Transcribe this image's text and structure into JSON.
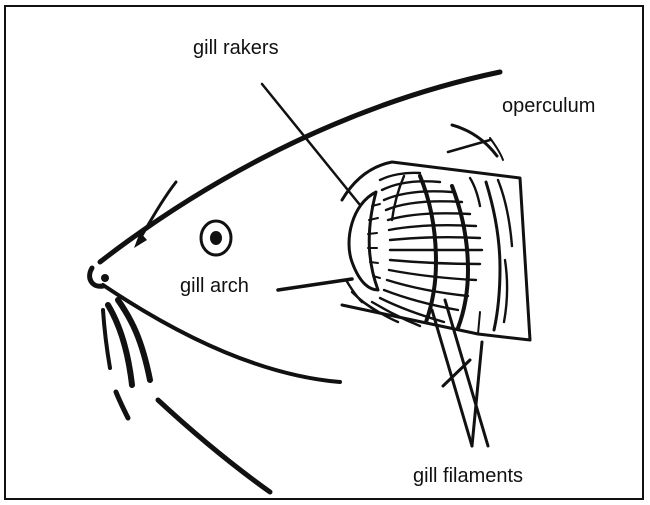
{
  "diagram": {
    "labels": {
      "gill_rakers": "gill rakers",
      "operculum": "operculum",
      "gill_arch": "gill arch",
      "gill_filaments": "gill filaments"
    },
    "colors": {
      "ink": "#111111",
      "background": "#ffffff"
    }
  }
}
